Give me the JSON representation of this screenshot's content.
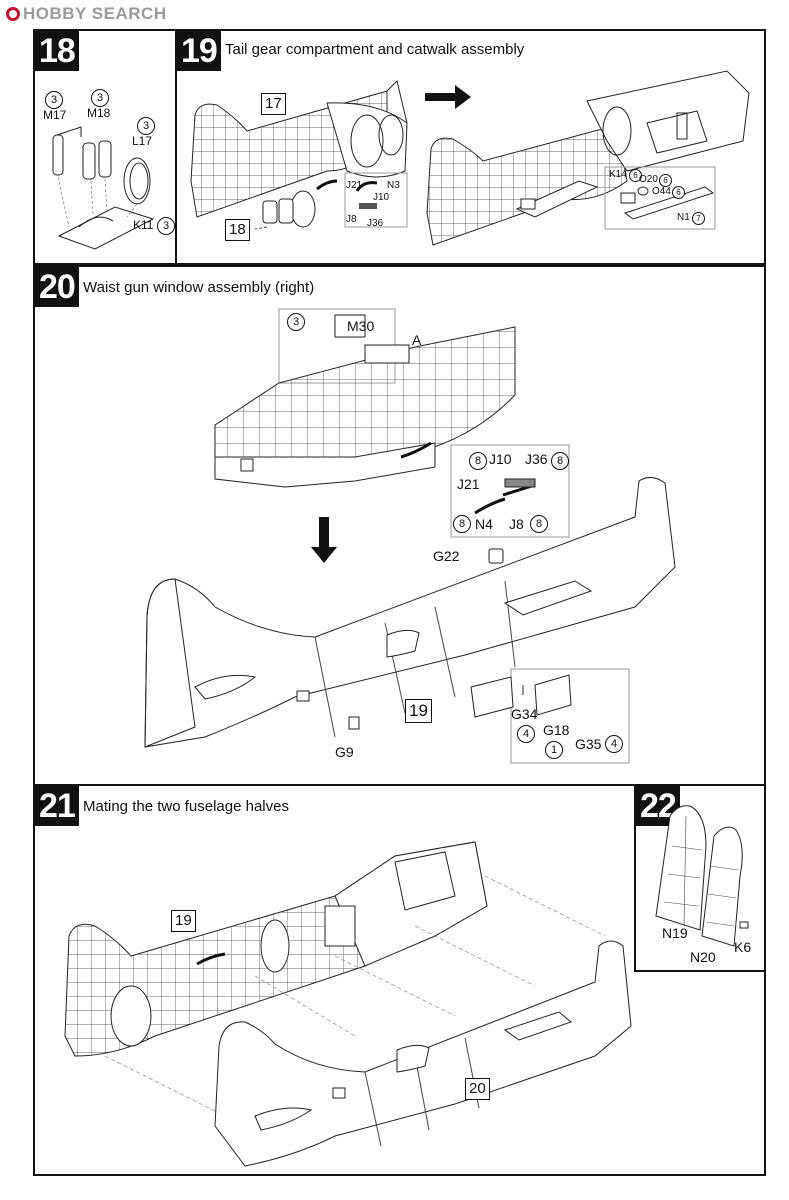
{
  "header": {
    "logo_text": "HOBBY SEARCH"
  },
  "step18": {
    "number": "18",
    "labels": {
      "m17": "M17",
      "m18": "M18",
      "l17": "L17",
      "k11": "K11"
    },
    "circles": {
      "m17": "3",
      "m18": "3",
      "l17": "3",
      "k11": "3"
    }
  },
  "step19": {
    "number": "19",
    "title": "Tail gear compartment and catwalk assembly",
    "ref17": "17",
    "ref18": "18",
    "labels": {
      "j21": "J21",
      "n3": "N3",
      "j10": "J10",
      "j8": "J8",
      "j36": "J36",
      "k14": "K14",
      "o20": "O20",
      "o44": "O44",
      "n1": "N1"
    },
    "circles": {
      "k14": "6",
      "o20": "6",
      "o44": "6",
      "n1": "7"
    }
  },
  "step20": {
    "number": "20",
    "title": "Waist gun window assembly (right)",
    "labels": {
      "m30": "M30",
      "a": "A",
      "j10": "J10",
      "j36": "J36",
      "j21": "J21",
      "n4": "N4",
      "j8": "J8",
      "g22": "G22",
      "g9": "G9",
      "g34": "G34",
      "g18": "G18",
      "g35": "G35"
    },
    "circles": {
      "m30": "3",
      "j10": "8",
      "j36": "8",
      "n4": "8",
      "j8": "8",
      "g34": "4",
      "g18": "1",
      "g35": "4"
    },
    "ref19": "19"
  },
  "step21": {
    "number": "21",
    "title": "Mating the two fuselage halves",
    "ref19": "19",
    "ref20": "20"
  },
  "step22": {
    "number": "22",
    "labels": {
      "n19": "N19",
      "n20": "N20",
      "k6": "K6"
    }
  }
}
